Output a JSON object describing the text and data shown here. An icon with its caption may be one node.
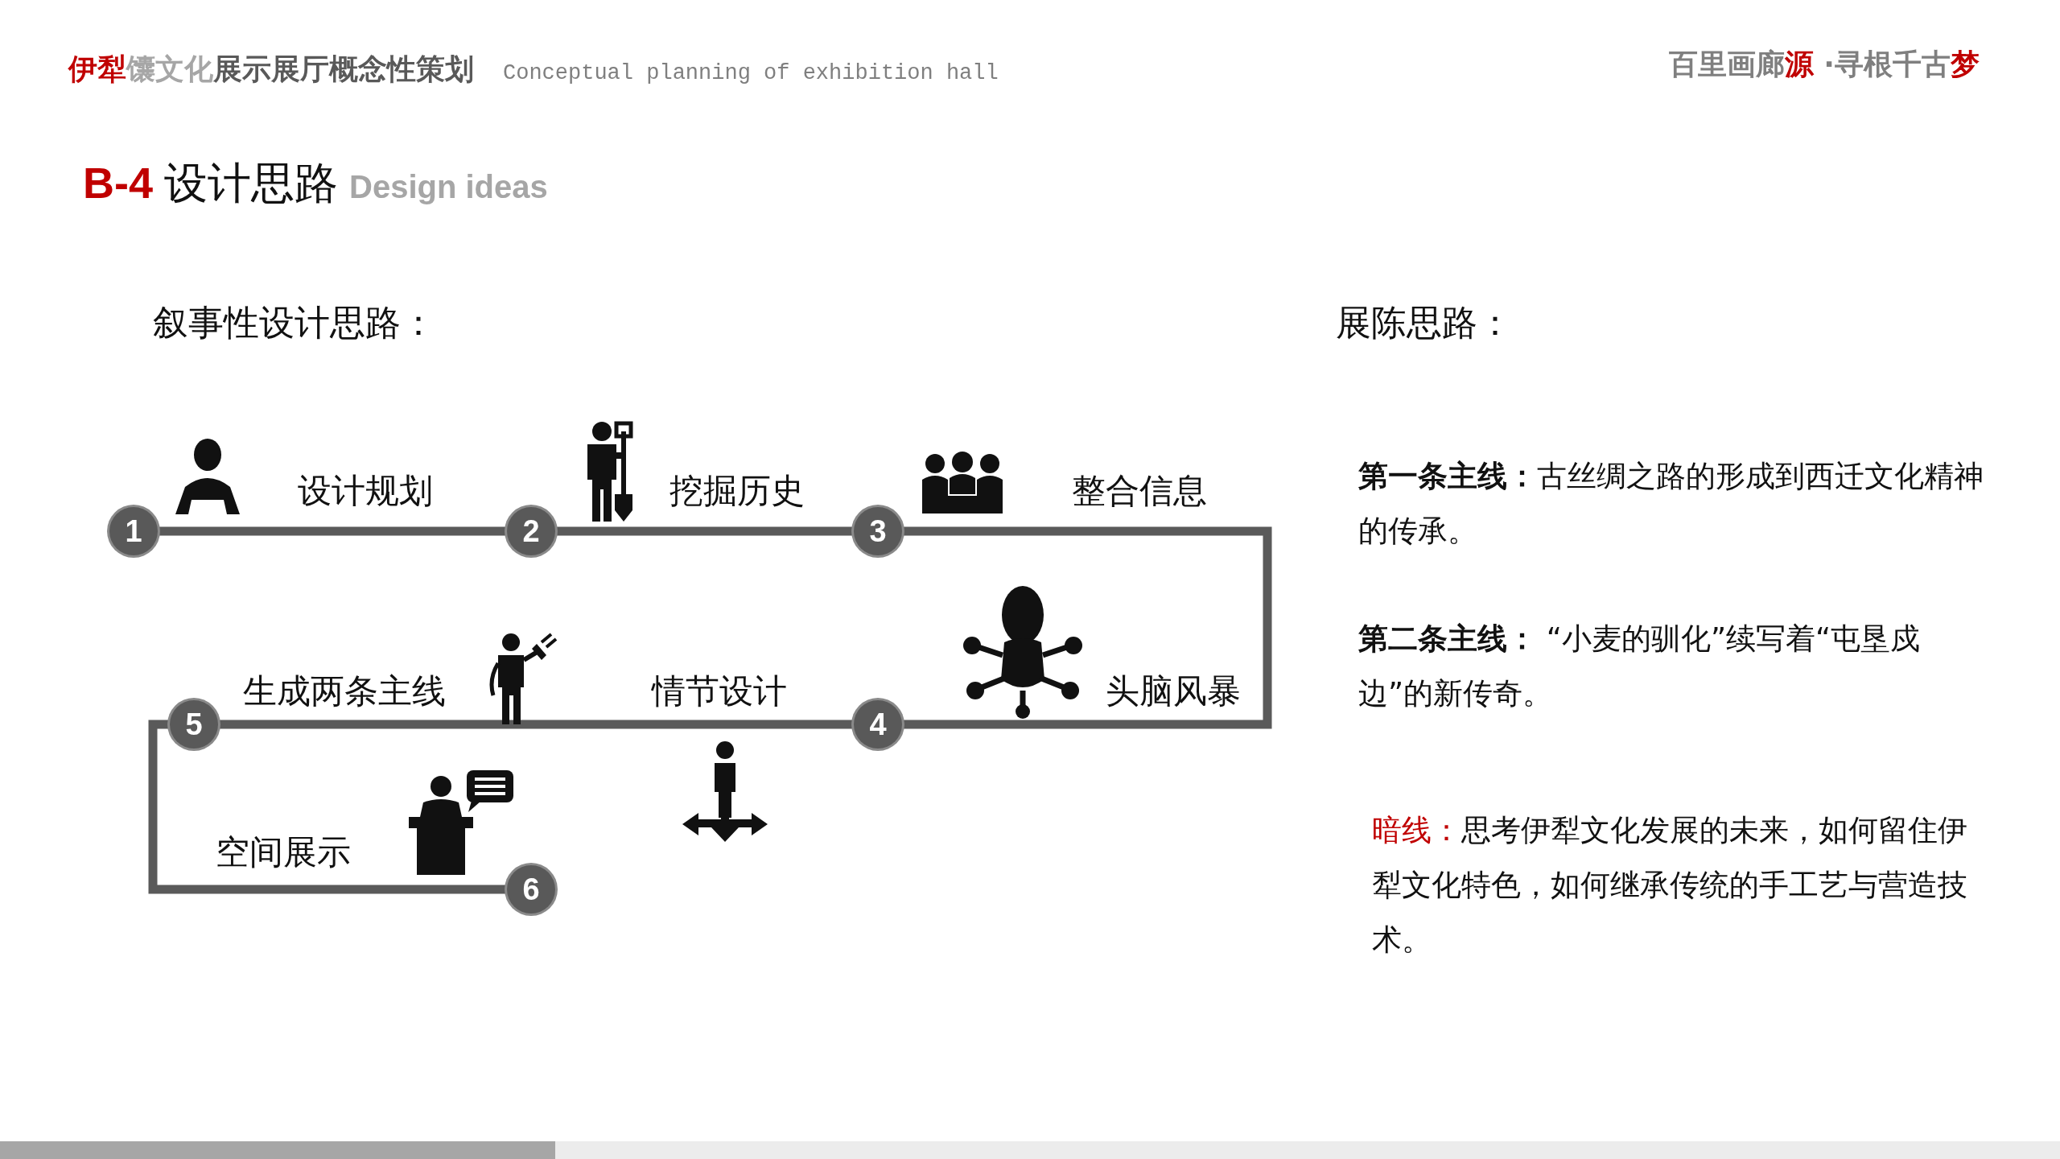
{
  "diagram": {
    "nodes": [
      {
        "text": [
          "1"
        ]
      },
      {
        "text": [
          "2"
        ]
      },
      {
        "text": [
          "3"
        ]
      },
      {
        "text": [
          "4"
        ]
      },
      {
        "text": [
          "5"
        ]
      },
      {
        "text": [
          "6"
        ]
      }
    ],
    "edges": [
      {
        "from": 0,
        "to": 1,
        "arrow": "none"
      },
      {
        "from": 1,
        "to": 2,
        "arrow": "none"
      },
      {
        "from": 2,
        "to": 3,
        "arrow": "none"
      },
      {
        "from": 3,
        "to": 4,
        "arrow": "none"
      },
      {
        "from": 4,
        "to": 5,
        "arrow": "none"
      }
    ],
    "labels": [
      "伊犁",
      "馕文化",
      "展示展厅概念性策划",
      "Conceptual planning of exhibition hall",
      "百里画廊",
      "源",
      " ·寻根千古",
      "梦",
      "B-4",
      "设计思路",
      "Design ideas",
      "叙事性设计思路：",
      "展陈思路：",
      "设计规划",
      "挖掘历史",
      "整合信息",
      "生成两条主线",
      "情节设计",
      "头脑风暴",
      "空间展示",
      "**第一条主线：**古丝绸之路的形成到西迁文化精神的传承。",
      "**第二条主线：** “小麦的驯化”续写着“屯垦戍边”的新传奇。",
      "暗线：",
      "思考伊犁文化发展的未来，如何留住伊犁文化特色，如何继承传统的手工艺与营造技术。"
    ]
  }
}
